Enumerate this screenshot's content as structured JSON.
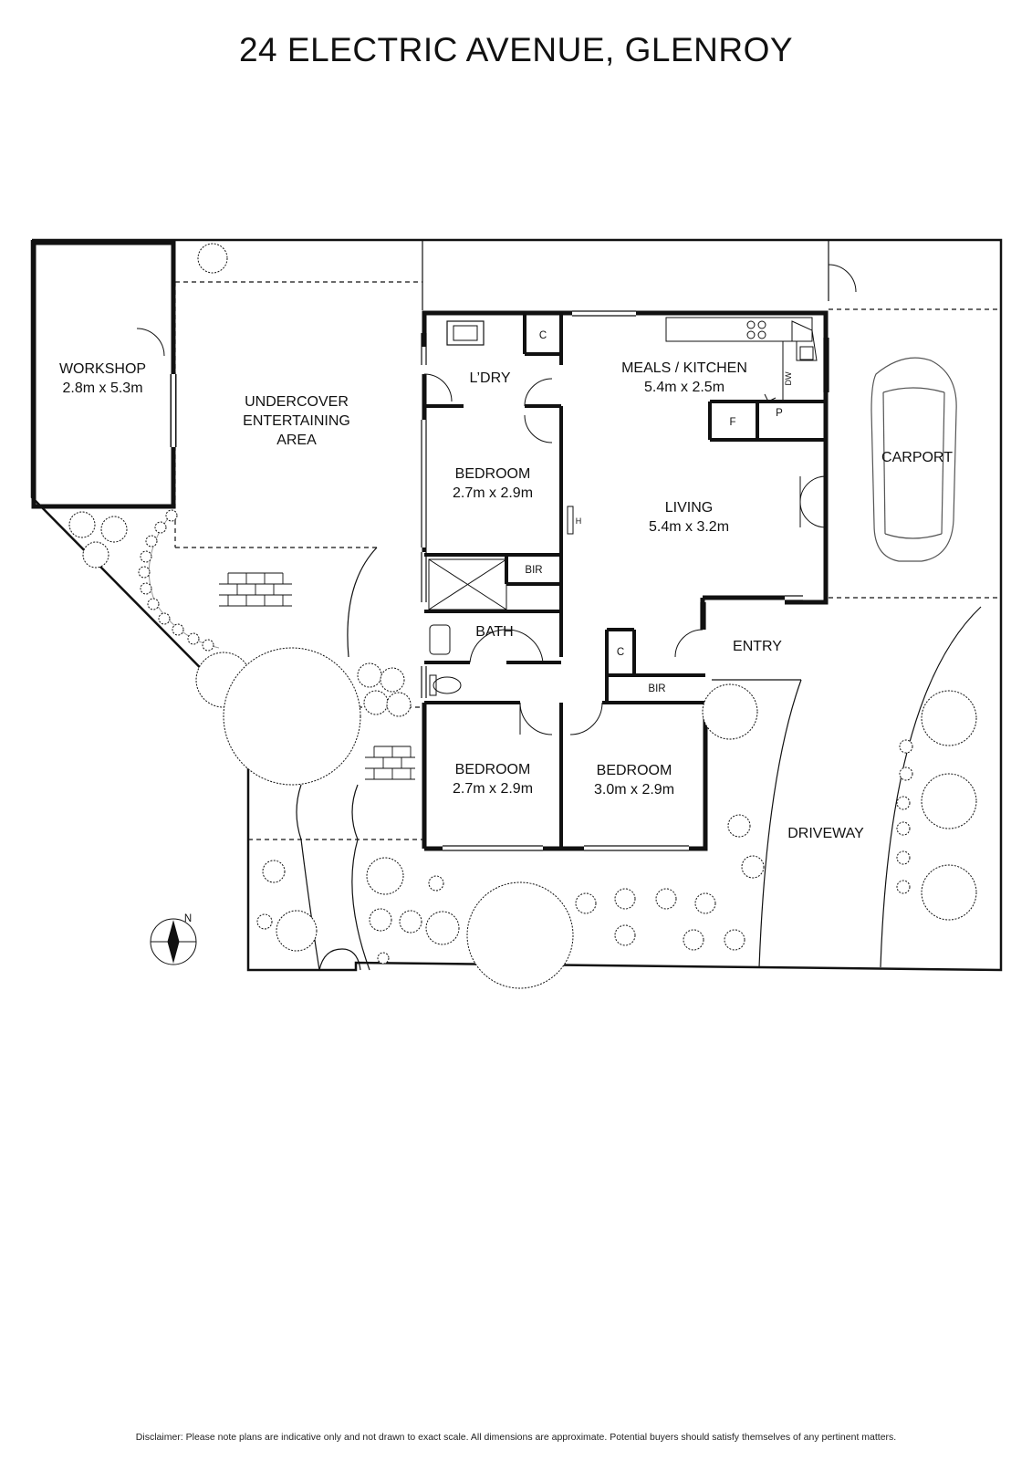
{
  "title": "24 ELECTRIC AVENUE, GLENROY",
  "disclaimer": "Disclaimer: Please note plans are indicative only and not drawn to exact scale. All dimensions are approximate. Potential buyers should satisfy themselves of any pertinent matters.",
  "rooms": {
    "workshop": {
      "name": "WORKSHOP",
      "size": "2.8m x 5.3m"
    },
    "undercover": {
      "line1": "UNDERCOVER",
      "line2": "ENTERTAINING",
      "line3": "AREA"
    },
    "laundry": {
      "name": "L’DRY"
    },
    "meals_kitchen": {
      "name": "MEALS / KITCHEN",
      "size": "5.4m x 2.5m"
    },
    "bedroom1": {
      "name": "BEDROOM",
      "size": "2.7m x 2.9m"
    },
    "living": {
      "name": "LIVING",
      "size": "5.4m x 3.2m"
    },
    "bath": {
      "name": "BATH"
    },
    "entry": {
      "name": "ENTRY"
    },
    "bedroom2": {
      "name": "BEDROOM",
      "size": "2.7m x 2.9m"
    },
    "bedroom3": {
      "name": "BEDROOM",
      "size": "3.0m x 2.9m"
    },
    "carport": {
      "name": "CARPORT"
    },
    "driveway": {
      "name": "DRIVEWAY"
    }
  },
  "fixtures": {
    "cupboard_laundry": "C",
    "cupboard_hall": "C",
    "bir_bed1": "BIR",
    "bir_bed3": "BIR",
    "dishwasher": "DW",
    "fridge": "F",
    "pantry": "P",
    "heater": "H"
  },
  "compass": {
    "label": "N"
  }
}
